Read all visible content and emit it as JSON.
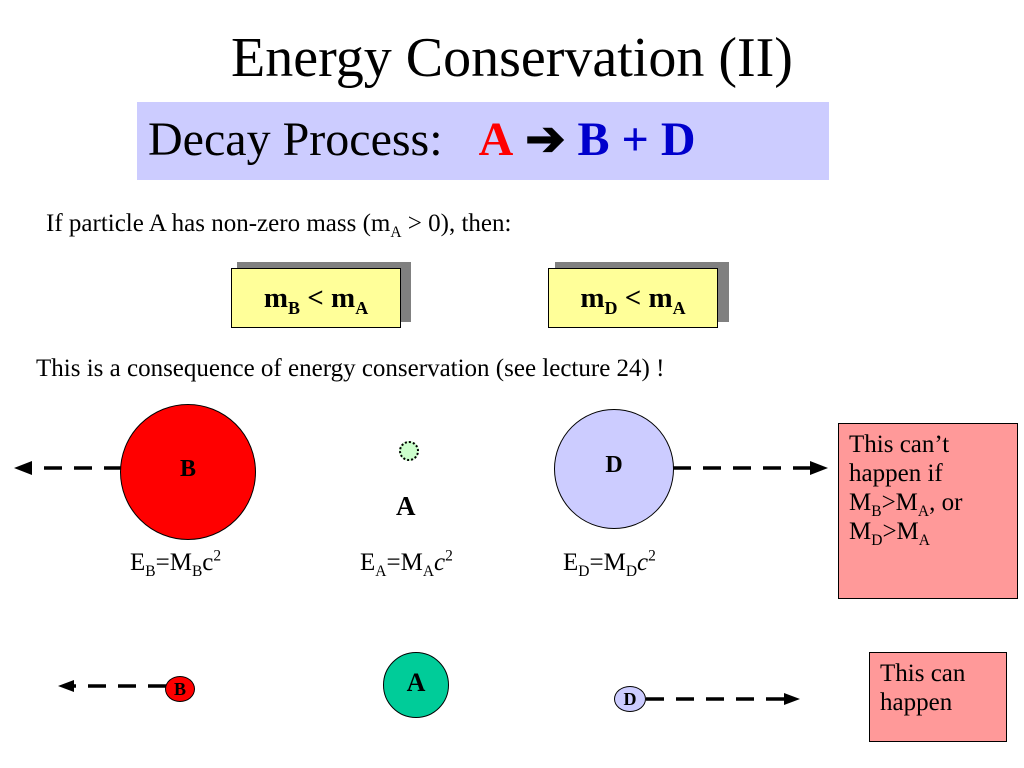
{
  "title": "Energy Conservation (II)",
  "decay": {
    "label": "Decay Process:",
    "parent": "A",
    "arrow": "➔",
    "products": "B + D"
  },
  "intro": {
    "before": "If particle A has non-zero mass (m",
    "sub": "A",
    "after": " > 0), then:"
  },
  "inequalities": [
    {
      "m": "m",
      "sub1": "B",
      "op": " < m",
      "sub2": "A"
    },
    {
      "m": "m",
      "sub1": "D",
      "op": " < m",
      "sub2": "A"
    }
  ],
  "consequence": "This is a consequence of energy conservation (see lecture 24) !",
  "scenario1": {
    "particle_b": "B",
    "particle_a": "A",
    "particle_d": "D",
    "energy_b": {
      "e": "E",
      "e_sub": "B",
      "eq": "=M",
      "m_sub": "B",
      "c": "c",
      "exp": "2"
    },
    "energy_a": {
      "e": "E",
      "e_sub": "A",
      "eq": "=M",
      "m_sub": "A",
      "c": "c",
      "exp": "2"
    },
    "energy_d": {
      "e": "E",
      "e_sub": "D",
      "eq": "=M",
      "m_sub": "D",
      "c": "c",
      "exp": "2"
    },
    "note": {
      "line1": "This can’t",
      "line2": "happen if",
      "line3_a": "M",
      "line3_s1": "B",
      "line3_b": ">M",
      "line3_s2": "A",
      "line3_c": ", or",
      "line4_a": "M",
      "line4_s1": "D",
      "line4_b": ">M",
      "line4_s2": "A"
    }
  },
  "scenario2": {
    "particle_b": "B",
    "particle_a": "A",
    "particle_d": "D",
    "note": {
      "line1": "This can",
      "line2": "happen"
    }
  },
  "colors": {
    "decay_box": "#ccccff",
    "inequality_box": "#ffff99",
    "particle_b": "#ff0000",
    "particle_d": "#ccccff",
    "particle_a_large": "#00cc99",
    "particle_a_small": "#ccffcc",
    "note_box": "#ff9999"
  }
}
